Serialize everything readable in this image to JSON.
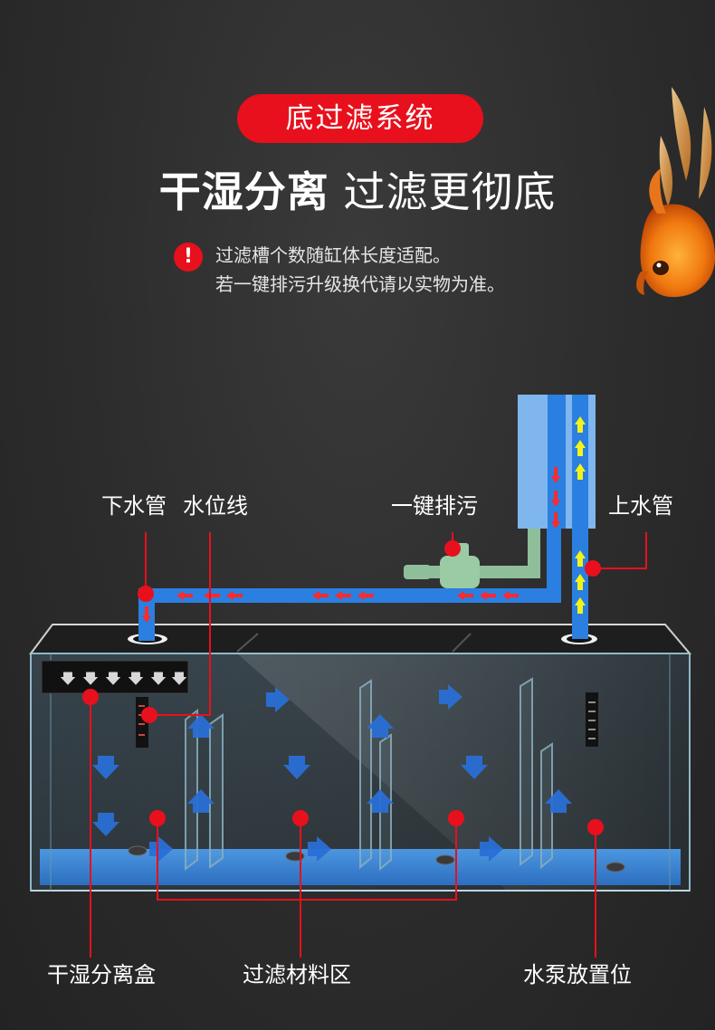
{
  "badge": "底过滤系统",
  "headline": {
    "bold": "干湿分离",
    "light": "过滤更彻底"
  },
  "notice": {
    "icon": "exclamation-icon",
    "icon_glyph": "!",
    "line1": "过滤槽个数随缸体长度适配。",
    "line2": "若一键排污升级换代请以实物为准。"
  },
  "labels": {
    "down_pipe": "下水管",
    "water_level": "水位线",
    "drain": "一键排污",
    "up_pipe": "上水管",
    "dry_wet_box": "干湿分离盒",
    "filter_zone": "过滤材料区",
    "pump_spot": "水泵放置位"
  },
  "colors": {
    "accent_red": "#e8101c",
    "pipe_blue": "#2b7fe0",
    "arrow_blue": "#2a6fd6",
    "water": "#3f86d0",
    "valve_green": "#8fbf9a",
    "up_arrow": "#f5f218"
  }
}
